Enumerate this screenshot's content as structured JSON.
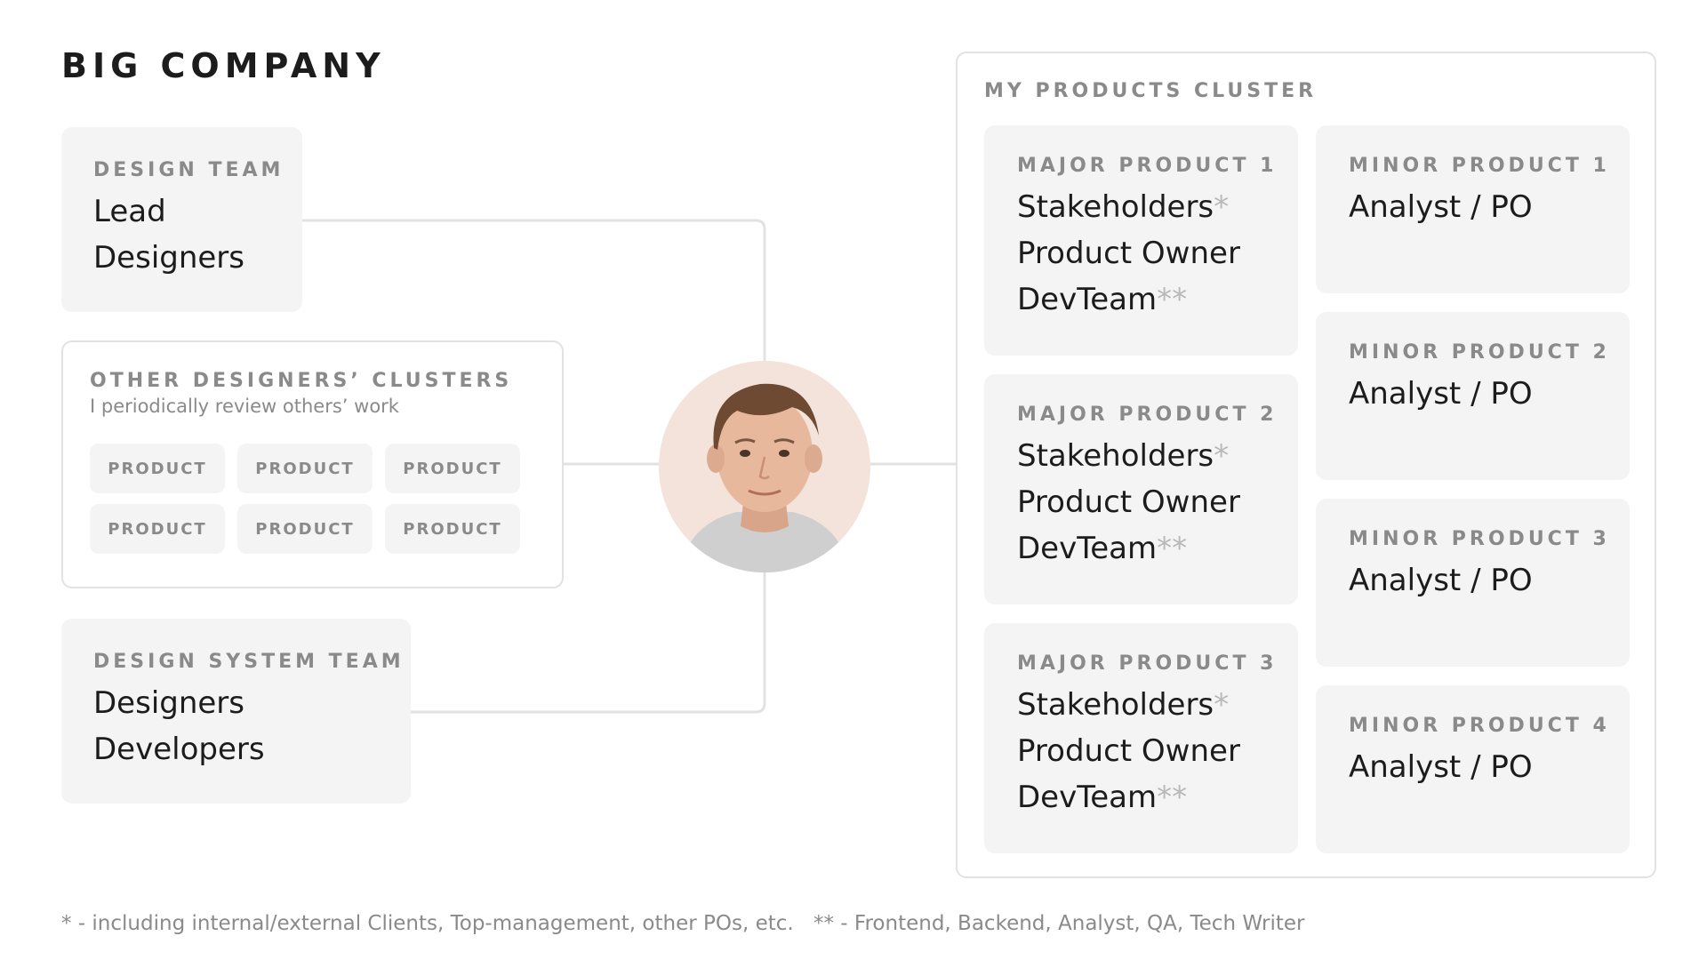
{
  "title": "BIG COMPANY",
  "design_team": {
    "label": "DESIGN TEAM",
    "lines": [
      "Lead",
      "Designers"
    ]
  },
  "other_clusters": {
    "label": "OTHER DESIGNERS’ CLUSTERS",
    "subtitle": "I periodically review others’ work",
    "chips": [
      "PRODUCT",
      "PRODUCT",
      "PRODUCT",
      "PRODUCT",
      "PRODUCT",
      "PRODUCT"
    ]
  },
  "design_system_team": {
    "label": "DESIGN SYSTEM TEAM",
    "lines": [
      "Designers",
      "Developers"
    ]
  },
  "my_cluster": {
    "label": "MY PRODUCTS CLUSTER",
    "major_products": [
      {
        "label": "MAJOR PRODUCT 1",
        "stakeholders": "Stakeholders",
        "stakeholders_mark": "*",
        "product_owner": "Product Owner",
        "devteam": "DevTeam",
        "devteam_mark": "**"
      },
      {
        "label": "MAJOR PRODUCT 2",
        "stakeholders": "Stakeholders",
        "stakeholders_mark": "*",
        "product_owner": "Product Owner",
        "devteam": "DevTeam",
        "devteam_mark": "**"
      },
      {
        "label": "MAJOR PRODUCT 3",
        "stakeholders": "Stakeholders",
        "stakeholders_mark": "*",
        "product_owner": "Product Owner",
        "devteam": "DevTeam",
        "devteam_mark": "**"
      }
    ],
    "minor_products": [
      {
        "label": "MINOR PRODUCT 1",
        "role": "Analyst / PO"
      },
      {
        "label": "MINOR PRODUCT 2",
        "role": "Analyst / PO"
      },
      {
        "label": "MINOR PRODUCT 3",
        "role": "Analyst / PO"
      },
      {
        "label": "MINOR PRODUCT 4",
        "role": "Analyst / PO"
      }
    ]
  },
  "footnotes": [
    "* - including internal/external Clients, Top-management, other POs, etc.",
    "** - Frontend, Backend, Analyst, QA, Tech Writer"
  ],
  "colors": {
    "card_bg": "#f4f4f4",
    "border": "#e2e2e2",
    "label": "#8a8a8a",
    "text": "#1c1c1c",
    "avatar_bg": "#f3e3da"
  }
}
